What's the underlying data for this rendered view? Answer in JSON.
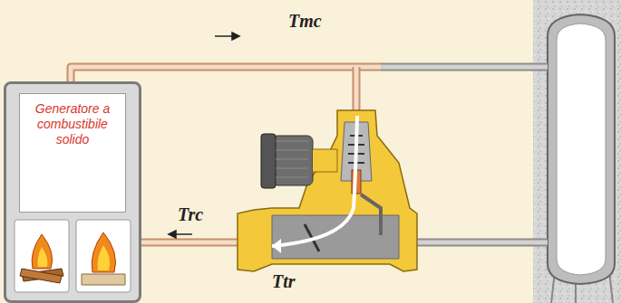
{
  "diagram": {
    "nodes": [
      {
        "text": [
          "Generatore a combustibile solido"
        ]
      }
    ],
    "labels": [
      "Tmc",
      "Trc",
      "Ttr"
    ]
  }
}
